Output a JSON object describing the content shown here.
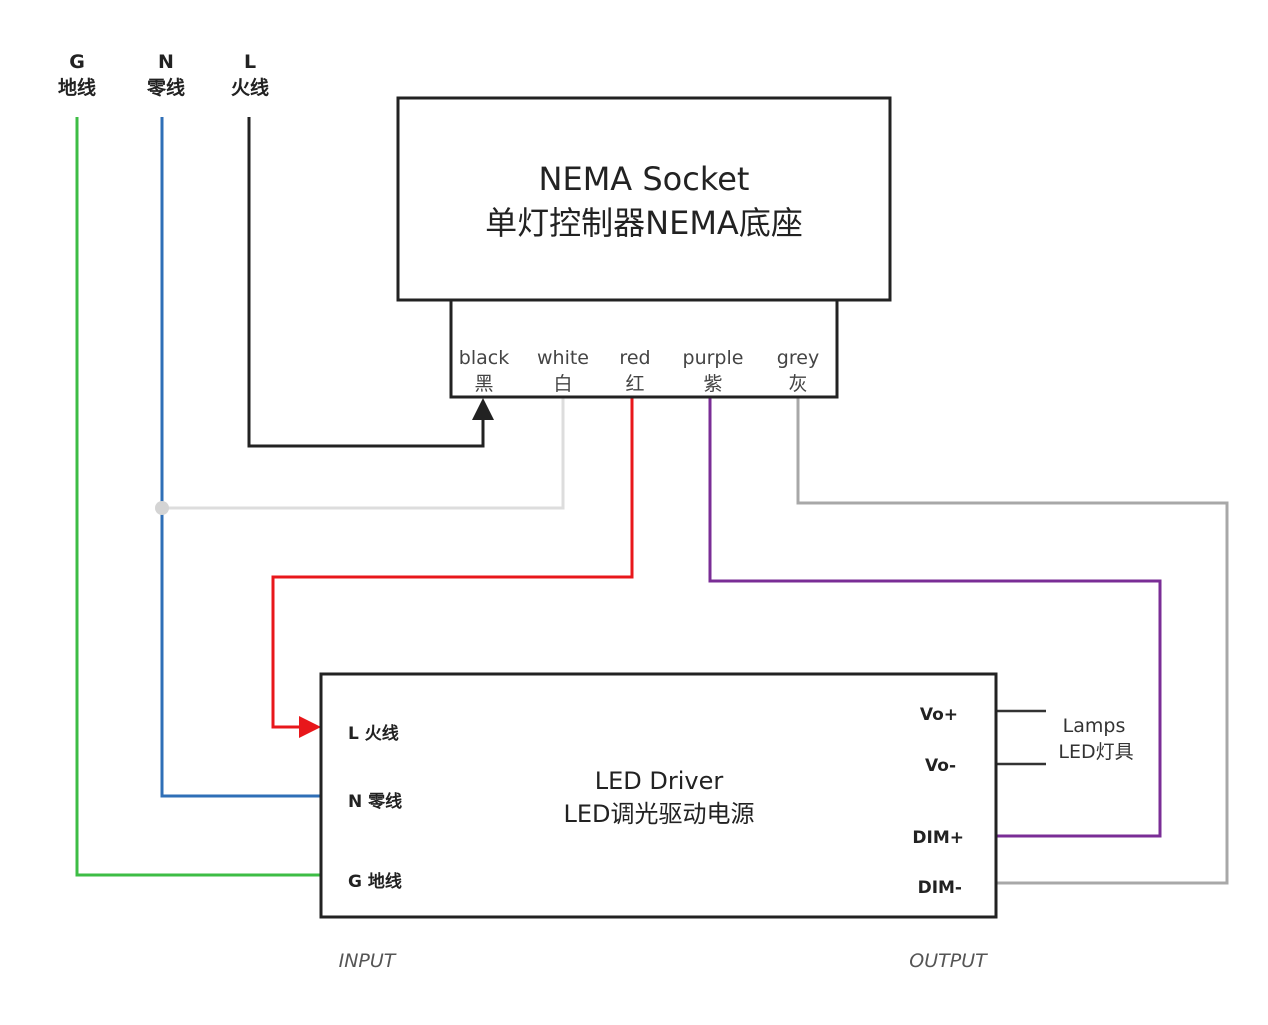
{
  "mains": [
    {
      "code": "G",
      "cn": "地线",
      "color": "#3dbd45"
    },
    {
      "code": "N",
      "cn": "零线",
      "color": "#2f6fb7"
    },
    {
      "code": "L",
      "cn": "火线",
      "color": "#222222"
    }
  ],
  "socket": {
    "title_en": "NEMA Socket",
    "title_cn": "单灯控制器NEMA底座",
    "wires": [
      {
        "en": "black",
        "cn": "黑",
        "color": "#222222"
      },
      {
        "en": "white",
        "cn": "白",
        "color": "#dddddd"
      },
      {
        "en": "red",
        "cn": "红",
        "color": "#e8171b"
      },
      {
        "en": "purple",
        "cn": "紫",
        "color": "#7a2d96"
      },
      {
        "en": "grey",
        "cn": "灰",
        "color": "#a8a8a8"
      }
    ]
  },
  "driver": {
    "title_en": "LED Driver",
    "title_cn": "LED调光驱动电源",
    "inputs": [
      "L 火线",
      "N 零线",
      "G 地线"
    ],
    "outputs": [
      "Vo+",
      "Vo-",
      "DIM+",
      "DIM-"
    ]
  },
  "lamps": {
    "en": "Lamps",
    "cn": "LED灯具"
  },
  "io": {
    "input": "INPUT",
    "output": "OUTPUT"
  }
}
